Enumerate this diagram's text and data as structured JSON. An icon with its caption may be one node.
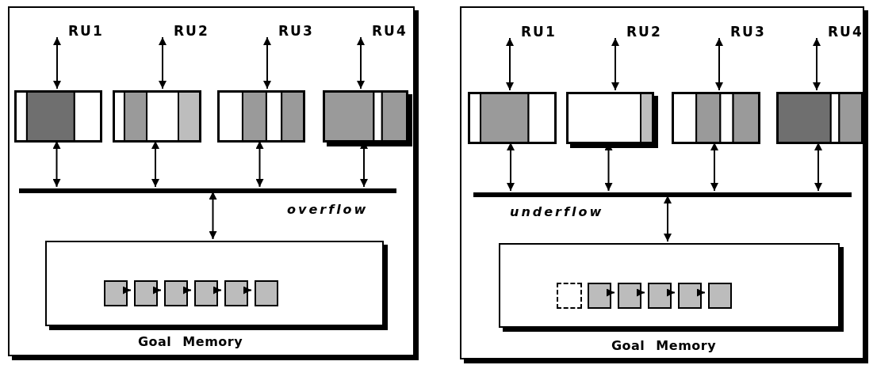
{
  "diagram": {
    "nodes": [
      {
        "text": [],
        "shape": "box"
      },
      {
        "text": [
          "RU1"
        ],
        "in": 0
      },
      {
        "text": [
          "RU2"
        ],
        "in": 0
      },
      {
        "text": [
          "RU3"
        ],
        "in": 0
      },
      {
        "text": [
          "RU4"
        ],
        "in": 0
      },
      {
        "text": [],
        "shape": "box",
        "in": 0
      },
      {
        "text": [],
        "shape": "box",
        "in": 0
      },
      {
        "text": [],
        "shape": "box",
        "in": 0
      },
      {
        "text": [],
        "shape": "box",
        "in": 0
      },
      {
        "text": [],
        "shape": "bar",
        "in": 0
      },
      {
        "text": [],
        "shape": "box",
        "in": 0,
        "beside": [
          "Goal Memory"
        ]
      },
      {
        "text": [],
        "shape": "box",
        "in": 10
      },
      {
        "text": [],
        "shape": "box",
        "in": 10
      },
      {
        "text": [],
        "shape": "box",
        "in": 10
      },
      {
        "text": [],
        "shape": "box",
        "in": 10
      },
      {
        "text": [],
        "shape": "box",
        "in": 10
      },
      {
        "text": [],
        "shape": "box",
        "in": 10
      },
      {
        "text": [],
        "shape": "box"
      },
      {
        "text": [
          "RU1"
        ],
        "in": 17
      },
      {
        "text": [
          "RU2"
        ],
        "in": 17
      },
      {
        "text": [
          "RU3"
        ],
        "in": 17
      },
      {
        "text": [
          "RU4"
        ],
        "in": 17
      },
      {
        "text": [],
        "shape": "box",
        "in": 17
      },
      {
        "text": [],
        "shape": "box",
        "in": 17
      },
      {
        "text": [],
        "shape": "box",
        "in": 17
      },
      {
        "text": [],
        "shape": "box",
        "in": 17
      },
      {
        "text": [],
        "shape": "bar",
        "in": 17
      },
      {
        "text": [],
        "shape": "box",
        "in": 17,
        "beside": [
          "Goal Memory"
        ]
      },
      {
        "text": [],
        "shape": "box",
        "in": 27
      },
      {
        "text": [],
        "shape": "box",
        "in": 27
      },
      {
        "text": [],
        "shape": "box",
        "in": 27
      },
      {
        "text": [],
        "shape": "box",
        "in": 27
      },
      {
        "text": [],
        "shape": "box",
        "in": 27
      },
      {
        "text": [],
        "shape": "box",
        "in": 27
      }
    ],
    "edges": [
      {
        "from": 1,
        "to": 5,
        "arrow": "both"
      },
      {
        "from": 2,
        "to": 6,
        "arrow": "both"
      },
      {
        "from": 3,
        "to": 7,
        "arrow": "both"
      },
      {
        "from": 4,
        "to": 8,
        "arrow": "both"
      },
      {
        "from": 5,
        "to": 9,
        "arrow": "both"
      },
      {
        "from": 6,
        "to": 9,
        "arrow": "both"
      },
      {
        "from": 7,
        "to": 9,
        "arrow": "both"
      },
      {
        "from": 8,
        "to": 9,
        "arrow": "both"
      },
      {
        "from": 9,
        "to": 10,
        "arrow": "both"
      },
      {
        "from": 11,
        "to": 12,
        "arrow": "to"
      },
      {
        "from": 12,
        "to": 13,
        "arrow": "to"
      },
      {
        "from": 13,
        "to": 14,
        "arrow": "to"
      },
      {
        "from": 14,
        "to": 15,
        "arrow": "to"
      },
      {
        "from": 15,
        "to": 16,
        "arrow": "to"
      },
      {
        "from": 18,
        "to": 22,
        "arrow": "both"
      },
      {
        "from": 19,
        "to": 23,
        "arrow": "both"
      },
      {
        "from": 20,
        "to": 24,
        "arrow": "both"
      },
      {
        "from": 21,
        "to": 25,
        "arrow": "both"
      },
      {
        "from": 22,
        "to": 26,
        "arrow": "both"
      },
      {
        "from": 23,
        "to": 26,
        "arrow": "both"
      },
      {
        "from": 24,
        "to": 26,
        "arrow": "both"
      },
      {
        "from": 25,
        "to": 26,
        "arrow": "both"
      },
      {
        "from": 26,
        "to": 27,
        "arrow": "both"
      },
      {
        "from": 29,
        "to": 30,
        "arrow": "to"
      },
      {
        "from": 30,
        "to": 31,
        "arrow": "to"
      },
      {
        "from": 31,
        "to": 32,
        "arrow": "to"
      },
      {
        "from": 32,
        "to": 33,
        "arrow": "to"
      }
    ],
    "labels": [
      "overflow",
      "underflow"
    ]
  }
}
